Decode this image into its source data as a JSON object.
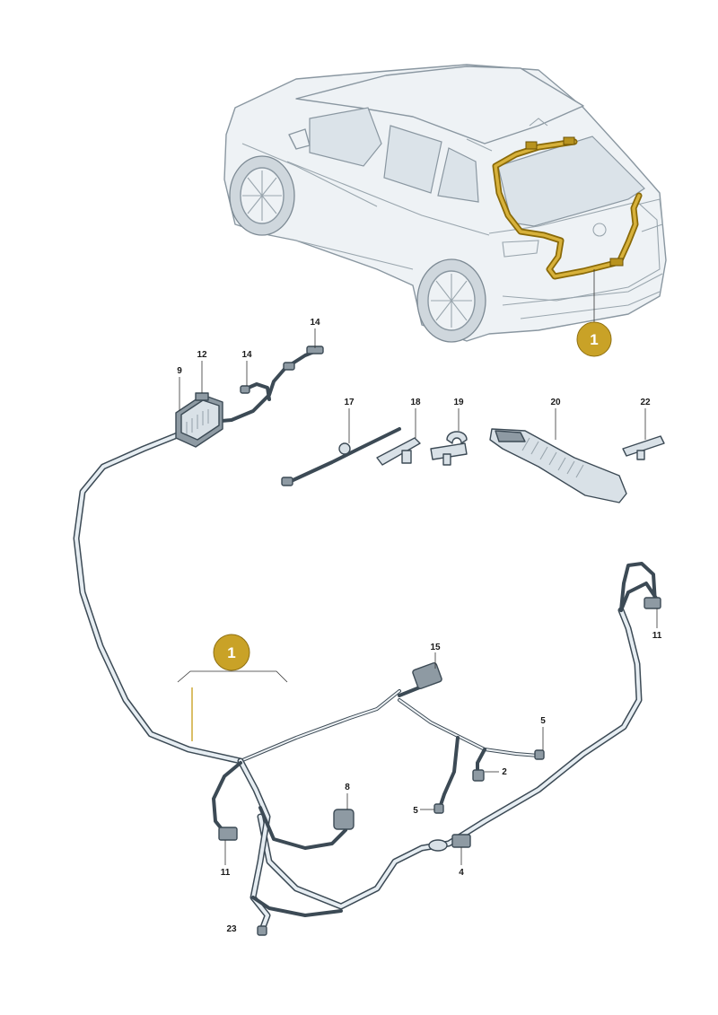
{
  "colors": {
    "accent": "#c9a227",
    "callout_text": "#ffffff",
    "line": "#3c4a55",
    "background": "#ffffff"
  },
  "callouts": {
    "top": "1",
    "main": "1"
  },
  "part_labels": {
    "p14a": "14",
    "p12": "12",
    "p9": "9",
    "p14b": "14",
    "p17": "17",
    "p18": "18",
    "p19": "19",
    "p20": "20",
    "p22": "22",
    "p15": "15",
    "p11a": "11",
    "p5a": "5",
    "p2": "2",
    "p5b": "5",
    "p8": "8",
    "p4": "4",
    "p11b": "11",
    "p23": "23"
  }
}
